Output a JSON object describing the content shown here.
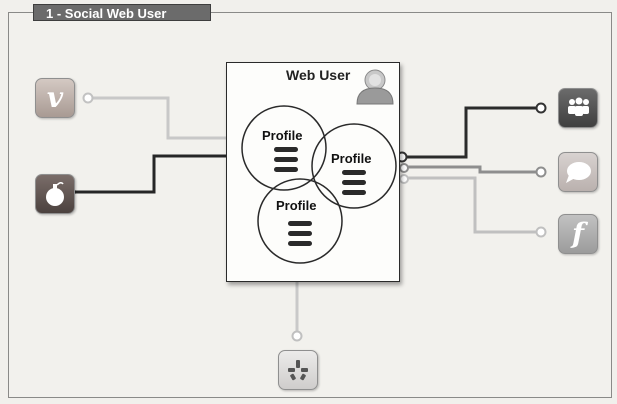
{
  "panel": {
    "title": "1 - Social Web User"
  },
  "hub": {
    "label": "Web User",
    "icon": "user-avatar-icon"
  },
  "profiles": [
    {
      "label": "Profile"
    },
    {
      "label": "Profile"
    },
    {
      "label": "Profile"
    }
  ],
  "services": [
    {
      "name": "vimeo-icon",
      "glyph": "v",
      "color": "#c6b9b2"
    },
    {
      "name": "bomb-icon",
      "glyph": "",
      "color": "#6a5e5a"
    },
    {
      "name": "myspace-icon",
      "glyph": "",
      "color": "#555555"
    },
    {
      "name": "chat-bubble-icon",
      "glyph": "",
      "color": "#c9c2c0"
    },
    {
      "name": "facebook-icon",
      "glyph": "f",
      "color": "#b3b3b3"
    },
    {
      "name": "yelp-icon",
      "glyph": "",
      "color": "#d9d6d4"
    }
  ],
  "colors": {
    "dark_wire": "#2d2d2d",
    "light_wire": "#c4c4c4",
    "mid_wire": "#8d8d8d"
  }
}
